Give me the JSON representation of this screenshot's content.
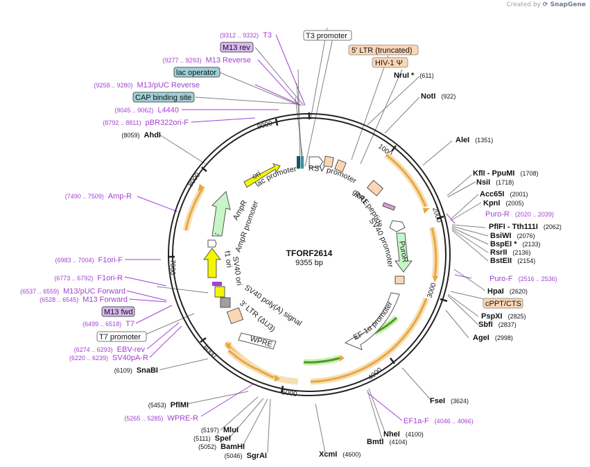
{
  "credit": {
    "prefix": "Created by",
    "brand": "SnapGene"
  },
  "plasmid": {
    "name": "TFORF2614",
    "size": "9355 bp"
  },
  "ticks": [
    "1000",
    "2000",
    "3000",
    "4000",
    "5000",
    "6000",
    "7000",
    "8000",
    "9000"
  ],
  "enzymes": [
    {
      "name": "NruI *",
      "pos": "(611)"
    },
    {
      "name": "NotI",
      "pos": "(922)"
    },
    {
      "name": "AleI",
      "pos": "(1351)"
    },
    {
      "name": "KflI - PpuMI",
      "pos": "(1708)"
    },
    {
      "name": "NsiI",
      "pos": "(1718)"
    },
    {
      "name": "Acc65I",
      "pos": "(2001)"
    },
    {
      "name": "KpnI",
      "pos": "(2005)"
    },
    {
      "name": "PflFI - Tth111I",
      "pos": "(2062)"
    },
    {
      "name": "BsiWI",
      "pos": "(2076)"
    },
    {
      "name": "BspEI *",
      "pos": "(2133)"
    },
    {
      "name": "RsrII",
      "pos": "(2136)"
    },
    {
      "name": "BstEII",
      "pos": "(2154)"
    },
    {
      "name": "HpaI",
      "pos": "(2620)"
    },
    {
      "name": "PspXI",
      "pos": "(2825)"
    },
    {
      "name": "SbfI",
      "pos": "(2837)"
    },
    {
      "name": "AgeI",
      "pos": "(2998)"
    },
    {
      "name": "FseI",
      "pos": "(3624)"
    },
    {
      "name": "NheI",
      "pos": "(4100)"
    },
    {
      "name": "BmtI",
      "pos": "(4104)"
    },
    {
      "name": "XcmI",
      "pos": "(4600)"
    },
    {
      "name": "SgrAI",
      "pos": "(5046)"
    },
    {
      "name": "BamHI",
      "pos": "(5052)"
    },
    {
      "name": "SpeI",
      "pos": "(5111)"
    },
    {
      "name": "MluI",
      "pos": "(5197)"
    },
    {
      "name": "PflMI",
      "pos": "(5453)"
    },
    {
      "name": "SnaBI",
      "pos": "(6109)"
    },
    {
      "name": "AhdI",
      "pos": "(8059)"
    }
  ],
  "primers": [
    {
      "name": "T3",
      "range": "(9312 .. 9332)"
    },
    {
      "name": "M13 Reverse",
      "range": "(9277 .. 9293)"
    },
    {
      "name": "M13/pUC Reverse",
      "range": "(9258 .. 9280)"
    },
    {
      "name": "L4440",
      "range": "(9045 .. 9062)"
    },
    {
      "name": "pBR322ori-F",
      "range": "(8792 .. 8811)"
    },
    {
      "name": "Amp-R",
      "range": "(7490 .. 7509)"
    },
    {
      "name": "F1ori-F",
      "range": "(6983 .. 7004)"
    },
    {
      "name": "F1ori-R",
      "range": "(6773 .. 6792)"
    },
    {
      "name": "M13/pUC Forward",
      "range": "(6537 .. 6559)"
    },
    {
      "name": "M13 Forward",
      "range": "(6528 .. 6545)"
    },
    {
      "name": "T7",
      "range": "(6499 .. 6518)"
    },
    {
      "name": "EBV-rev",
      "range": "(6274 .. 6293)"
    },
    {
      "name": "SV40pA-R",
      "range": "(6220 .. 6239)"
    },
    {
      "name": "WPRE-R",
      "range": "(5265 .. 5285)"
    },
    {
      "name": "Puro-R",
      "range": "(2020 .. 2039)"
    },
    {
      "name": "Puro-F",
      "range": "(2516 .. 2536)"
    },
    {
      "name": "EF1a-F",
      "range": "(4046 .. 4066)"
    }
  ],
  "boxes": {
    "t3_promoter": "T3 promoter",
    "ltr5": "5' LTR (truncated)",
    "hiv": "HIV-1 Ψ",
    "m13_rev": "M13 rev",
    "lac_operator": "lac operator",
    "cap_site": "CAP binding site",
    "cppt": "cPPT/CTS",
    "m13_fwd": "M13 fwd",
    "t7_promoter": "T7 promoter"
  },
  "features": {
    "ori": "ori",
    "lac_promoter": "lac promoter",
    "rsv_promoter": "RSV promoter",
    "rre": "RRE",
    "gp41": "gp41 peptide",
    "sv40_promoter": "SV40 promoter",
    "puror": "PuroR",
    "ef1a": "EF-1α promoter",
    "wpre": "WPRE",
    "ltr3": "3' LTR (ΔU3)",
    "sv40_polya": "SV40 poly(A) signal",
    "sv40_ori": "SV40 ori",
    "f1_ori": "f1 ori",
    "ampr_promoter": "AmpR promoter",
    "ampr": "AmpR"
  },
  "colors": {
    "backbone": "#222222",
    "enzyme_line": "#7f7f7f",
    "primer": "#a23fd1",
    "orf_orange": "#e9a644",
    "orf_glow": "#f6dfb3",
    "green": "#4a9a2a",
    "green_glow": "#cdeeb0",
    "feature_peach": "#fbd6b4",
    "ori_yellow": "#f5f500",
    "ampr_green": "#c8f5c8",
    "teal_box": "#9fd0d8",
    "purple_box": "#d8b8f0"
  }
}
